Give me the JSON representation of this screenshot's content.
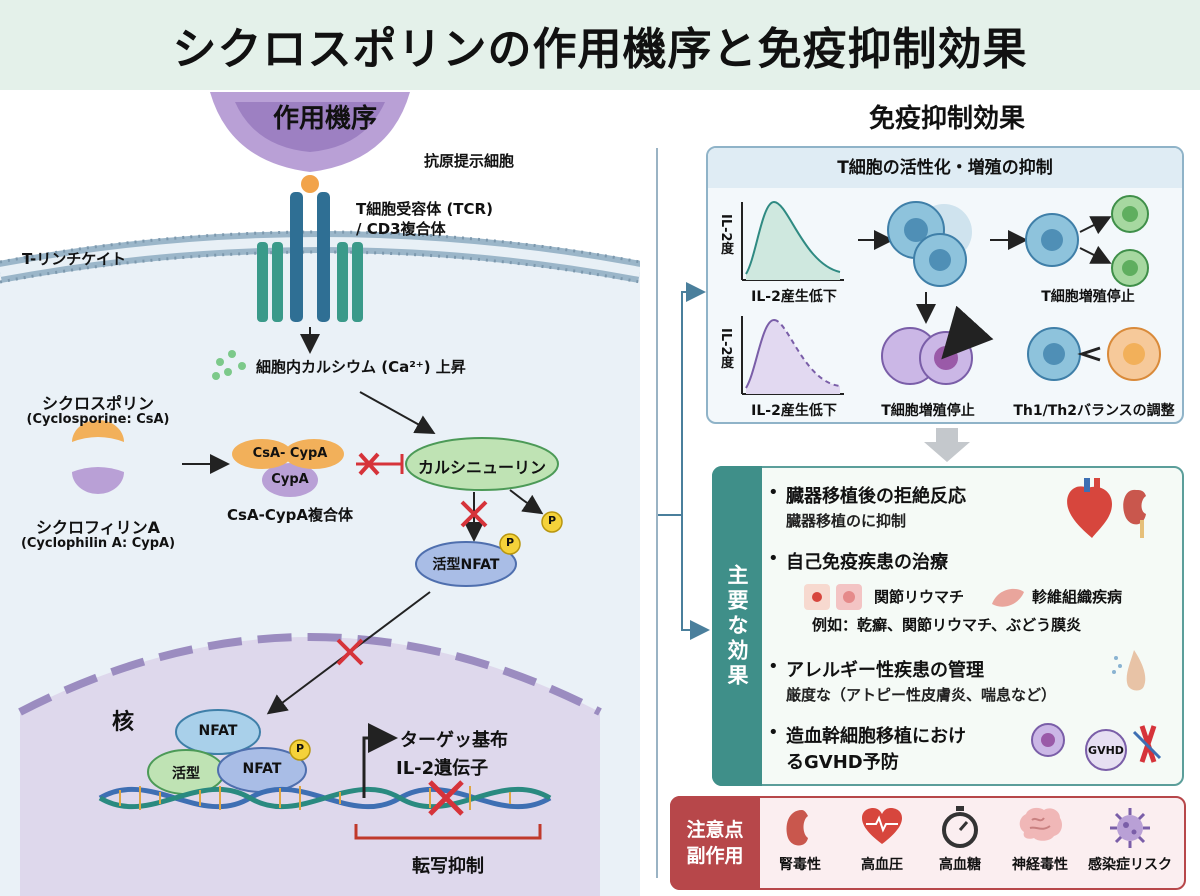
{
  "title": "シクロスポリンの作用機序と免疫抑制効果",
  "left": {
    "section_title": "作用機序",
    "apc_label": "抗原提示細胞",
    "tcr_label_1": "T細胞受容体 (TCR)",
    "tcr_label_2": "/ CD3複合体",
    "tcell_label": "T-リンチケイト",
    "calcium_label": "細胞内カルシウム (Ca²⁺) 上昇",
    "csa_name": "シクロスポリン",
    "csa_sub": "(Cyclosporine: CsA)",
    "cypa_name": "シクロフィリンA",
    "cypa_sub": "(Cyclophilin A: CypA)",
    "complex_top": "CsA- CypA",
    "complex_bottom": "CypA",
    "complex_label": "CsA-CypA複合体",
    "calcineurin": "カルシニューリン",
    "phosphate": "P",
    "active_nfat": "活型NFAT",
    "nucleus_label": "核",
    "nfat_top": "NFAT",
    "nfat_active": "活型",
    "nfat_right": "NFAT",
    "target_gene_1": "ターゲッ基布",
    "target_gene_2": "IL-2遺伝子",
    "transcription": "転写抑制"
  },
  "right": {
    "section_title": "免疫抑制効果",
    "box_title": "T細胞の活性化・増殖の抑制",
    "il2_axis": "IL-2度",
    "il2_low_1": "IL-2産生低下",
    "il2_low_2": "IL-2産生低下",
    "prolif_stop_1": "T細胞増殖停止",
    "prolif_stop_2": "T細胞増殖停止",
    "th_balance": "Th1/Th2バランスの調整"
  },
  "effects": {
    "tab_label": "主要な効果",
    "items": [
      {
        "heading": "臓器移植後の拒絶反応",
        "detail": "臓器移植のに抑制"
      },
      {
        "heading": "自己免疫疾患の治療",
        "detail_a": "関節リウマチ",
        "detail_b": "軫維組織疾病",
        "detail": "例如：乾癬、関節リウマチ、ぶどう膜炎"
      },
      {
        "heading": "アレルギー性疾患の管理",
        "detail": "厳度な（アトピー性皮膚炎、喘息など）"
      },
      {
        "heading_1": "造血幹細胞移植におけ",
        "heading_2": "るGVHD予防",
        "gvhd": "GVHD"
      }
    ],
    "bullet": "•"
  },
  "caution": {
    "tab_line_1": "注意点",
    "tab_line_2": "副作用",
    "items": [
      "腎毒性",
      "高血圧",
      "高血糖",
      "神経毒性",
      "感染症リスク"
    ]
  },
  "colors": {
    "header_bg": "#e4f1ea",
    "membrane": "#cfe0ec",
    "calcineurin": "#bfe3b4",
    "nfat": "#a9bde6",
    "csa": "#f2b05a",
    "cypa": "#b9a0d6",
    "inhibit": "#d6333a",
    "effects_tab": "#3f8f89",
    "caution_tab": "#b7474a"
  }
}
